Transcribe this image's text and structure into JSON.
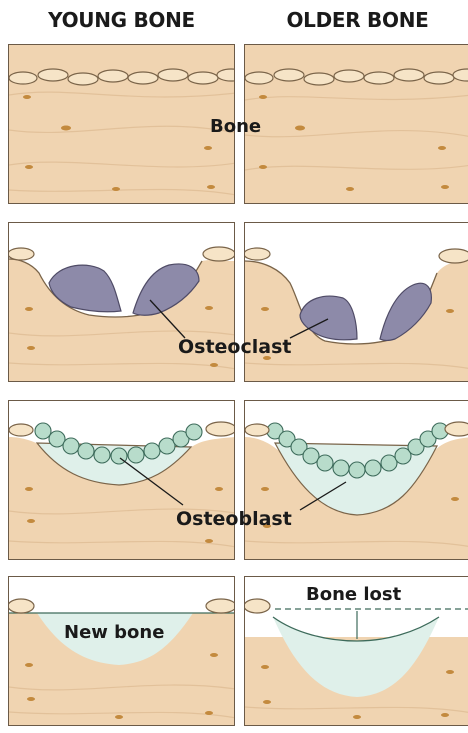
{
  "columns": {
    "young": "YOUNG BONE",
    "older": "OLDER BONE"
  },
  "labels": {
    "bone": "Bone",
    "osteoclast": "Osteoclast",
    "osteoblast": "Osteoblast",
    "new_bone": "New bone",
    "bone_lost": "Bone lost"
  },
  "colors": {
    "bone": "#f0d4b1",
    "bone_line": "#e2c19a",
    "lining_cell": "#f6e4c7",
    "osteoclast": "#8d8aa9",
    "osteoblast": "#b8dccb",
    "new_bone": "#dff0ea",
    "outline": "#7a6449"
  },
  "icons": [
    "lining-cell-icon",
    "osteocyte-icon",
    "osteoclast-cell-icon",
    "osteoblast-cell-icon"
  ]
}
